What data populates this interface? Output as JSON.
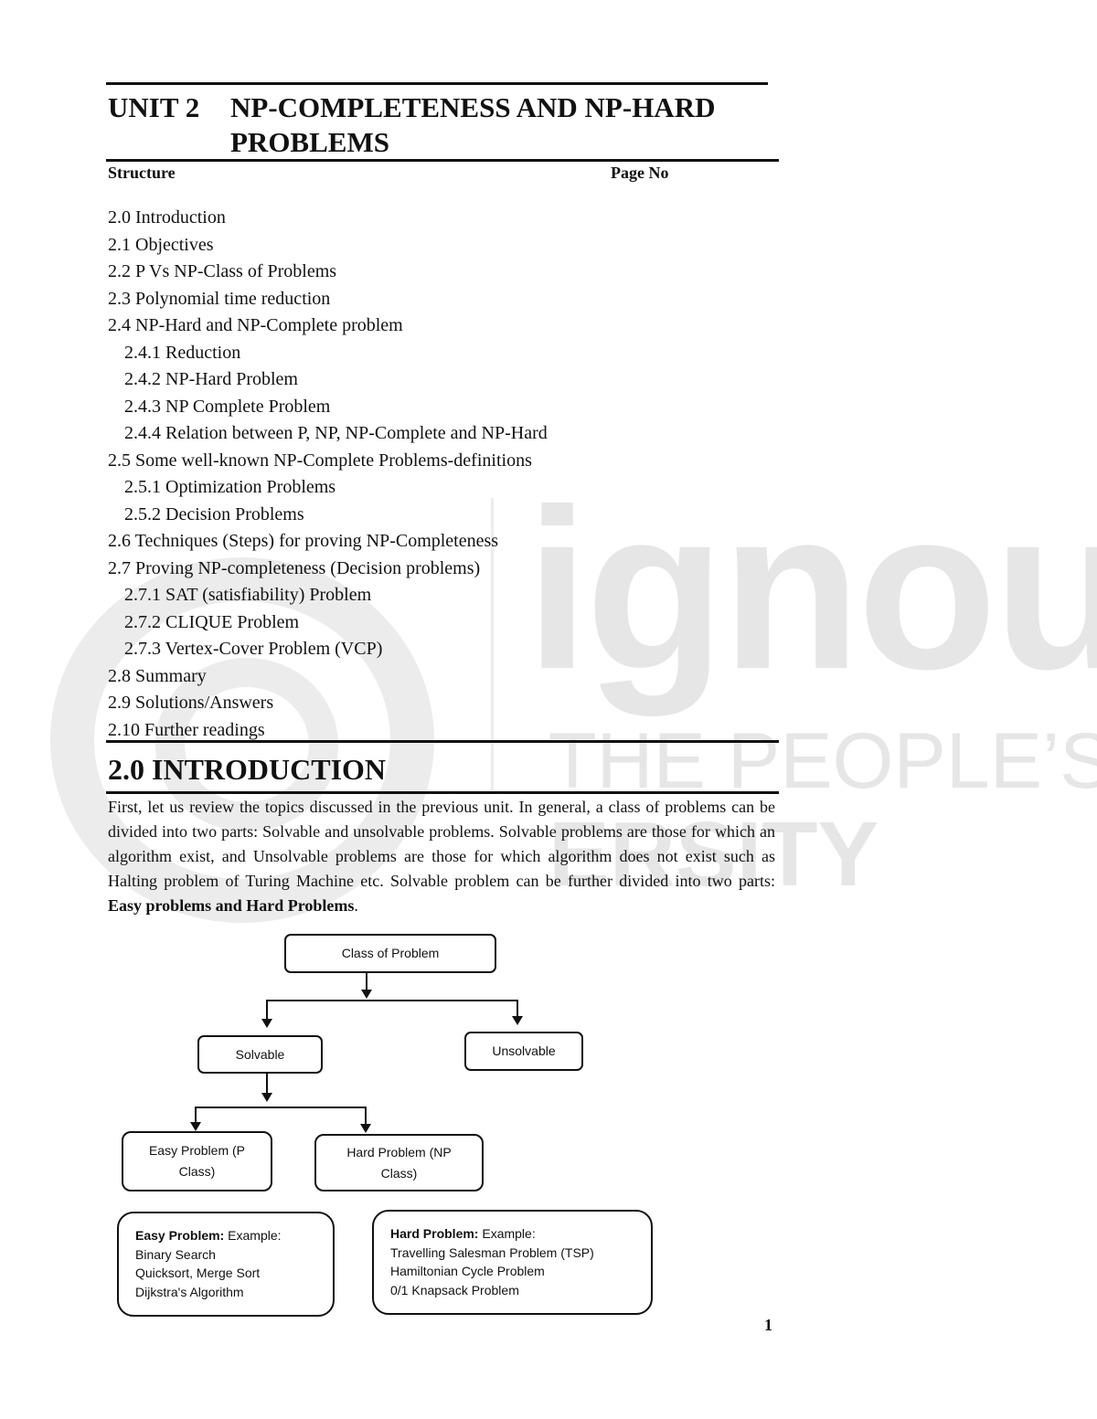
{
  "watermark": {
    "line1": "ignou",
    "line2": "THE PEOPLE’S",
    "line3": "ERSITY"
  },
  "header": {
    "unit_no": "UNIT 2",
    "unit_title": "NP-COMPLETENESS AND NP-HARD PROBLEMS",
    "structure_label": "Structure",
    "page_no_label": "Page No"
  },
  "toc": [
    {
      "label": "2.0 Introduction",
      "level": 1
    },
    {
      "label": "2.1 Objectives",
      "level": 1
    },
    {
      "label": "2.2 P Vs NP-Class of Problems",
      "level": 1
    },
    {
      "label": "2.3 Polynomial time reduction",
      "level": 1
    },
    {
      "label": "2.4 NP-Hard and NP-Complete problem",
      "level": 1
    },
    {
      "label": "2.4.1 Reduction",
      "level": 2
    },
    {
      "label": "2.4.2 NP-Hard Problem",
      "level": 2
    },
    {
      "label": "2.4.3 NP Complete Problem",
      "level": 2
    },
    {
      "label": "2.4.4 Relation between P, NP, NP-Complete and NP-Hard",
      "level": 2
    },
    {
      "label": "2.5 Some well-known NP-Complete Problems-definitions",
      "level": 1
    },
    {
      "label": "2.5.1 Optimization Problems",
      "level": 2
    },
    {
      "label": "2.5.2 Decision Problems",
      "level": 2
    },
    {
      "label": "2.6 Techniques (Steps) for proving NP-Completeness",
      "level": 1
    },
    {
      "label": "2.7 Proving NP-completeness (Decision problems)",
      "level": 1
    },
    {
      "label": "2.7.1 SAT (satisfiability) Problem",
      "level": 2
    },
    {
      "label": "2.7.2 CLIQUE Problem",
      "level": 2
    },
    {
      "label": "2.7.3 Vertex-Cover Problem (VCP)",
      "level": 2
    },
    {
      "label": "2.8 Summary",
      "level": 1
    },
    {
      "label": "2.9 Solutions/Answers",
      "level": 1
    },
    {
      "label": "2.10 Further readings",
      "level": 1
    }
  ],
  "section": {
    "title": "2.0 INTRODUCTION",
    "paragraph": "First, let us review the topics discussed in the previous unit. In general, a class of problems can be divided into two parts: Solvable and unsolvable problems. Solvable problems are those for which an algorithm exist, and Unsolvable problems are those for which algorithm does not exist such as Halting problem of Turing Machine etc. Solvable problem can be further divided into two parts: ",
    "paragraph_bold": "Easy problems and Hard Problems",
    "paragraph_end": "."
  },
  "diagram": {
    "root": "Class of Problem",
    "solvable": "Solvable",
    "unsolvable": "Unsolvable",
    "easy": "Easy Problem (P Class)",
    "hard": "Hard Problem (NP Class)",
    "easy_examples": {
      "heading": "Easy Problem:",
      "heading_rest": " Example:",
      "items": [
        "Binary Search",
        "Quicksort, Merge Sort",
        "Dijkstra's Algorithm"
      ]
    },
    "hard_examples": {
      "heading": "Hard Problem:",
      "heading_rest": " Example:",
      "items": [
        "Travelling Salesman Problem (TSP)",
        "Hamiltonian Cycle Problem",
        "0/1 Knapsack Problem"
      ]
    }
  },
  "footer": {
    "page_number": "1"
  }
}
